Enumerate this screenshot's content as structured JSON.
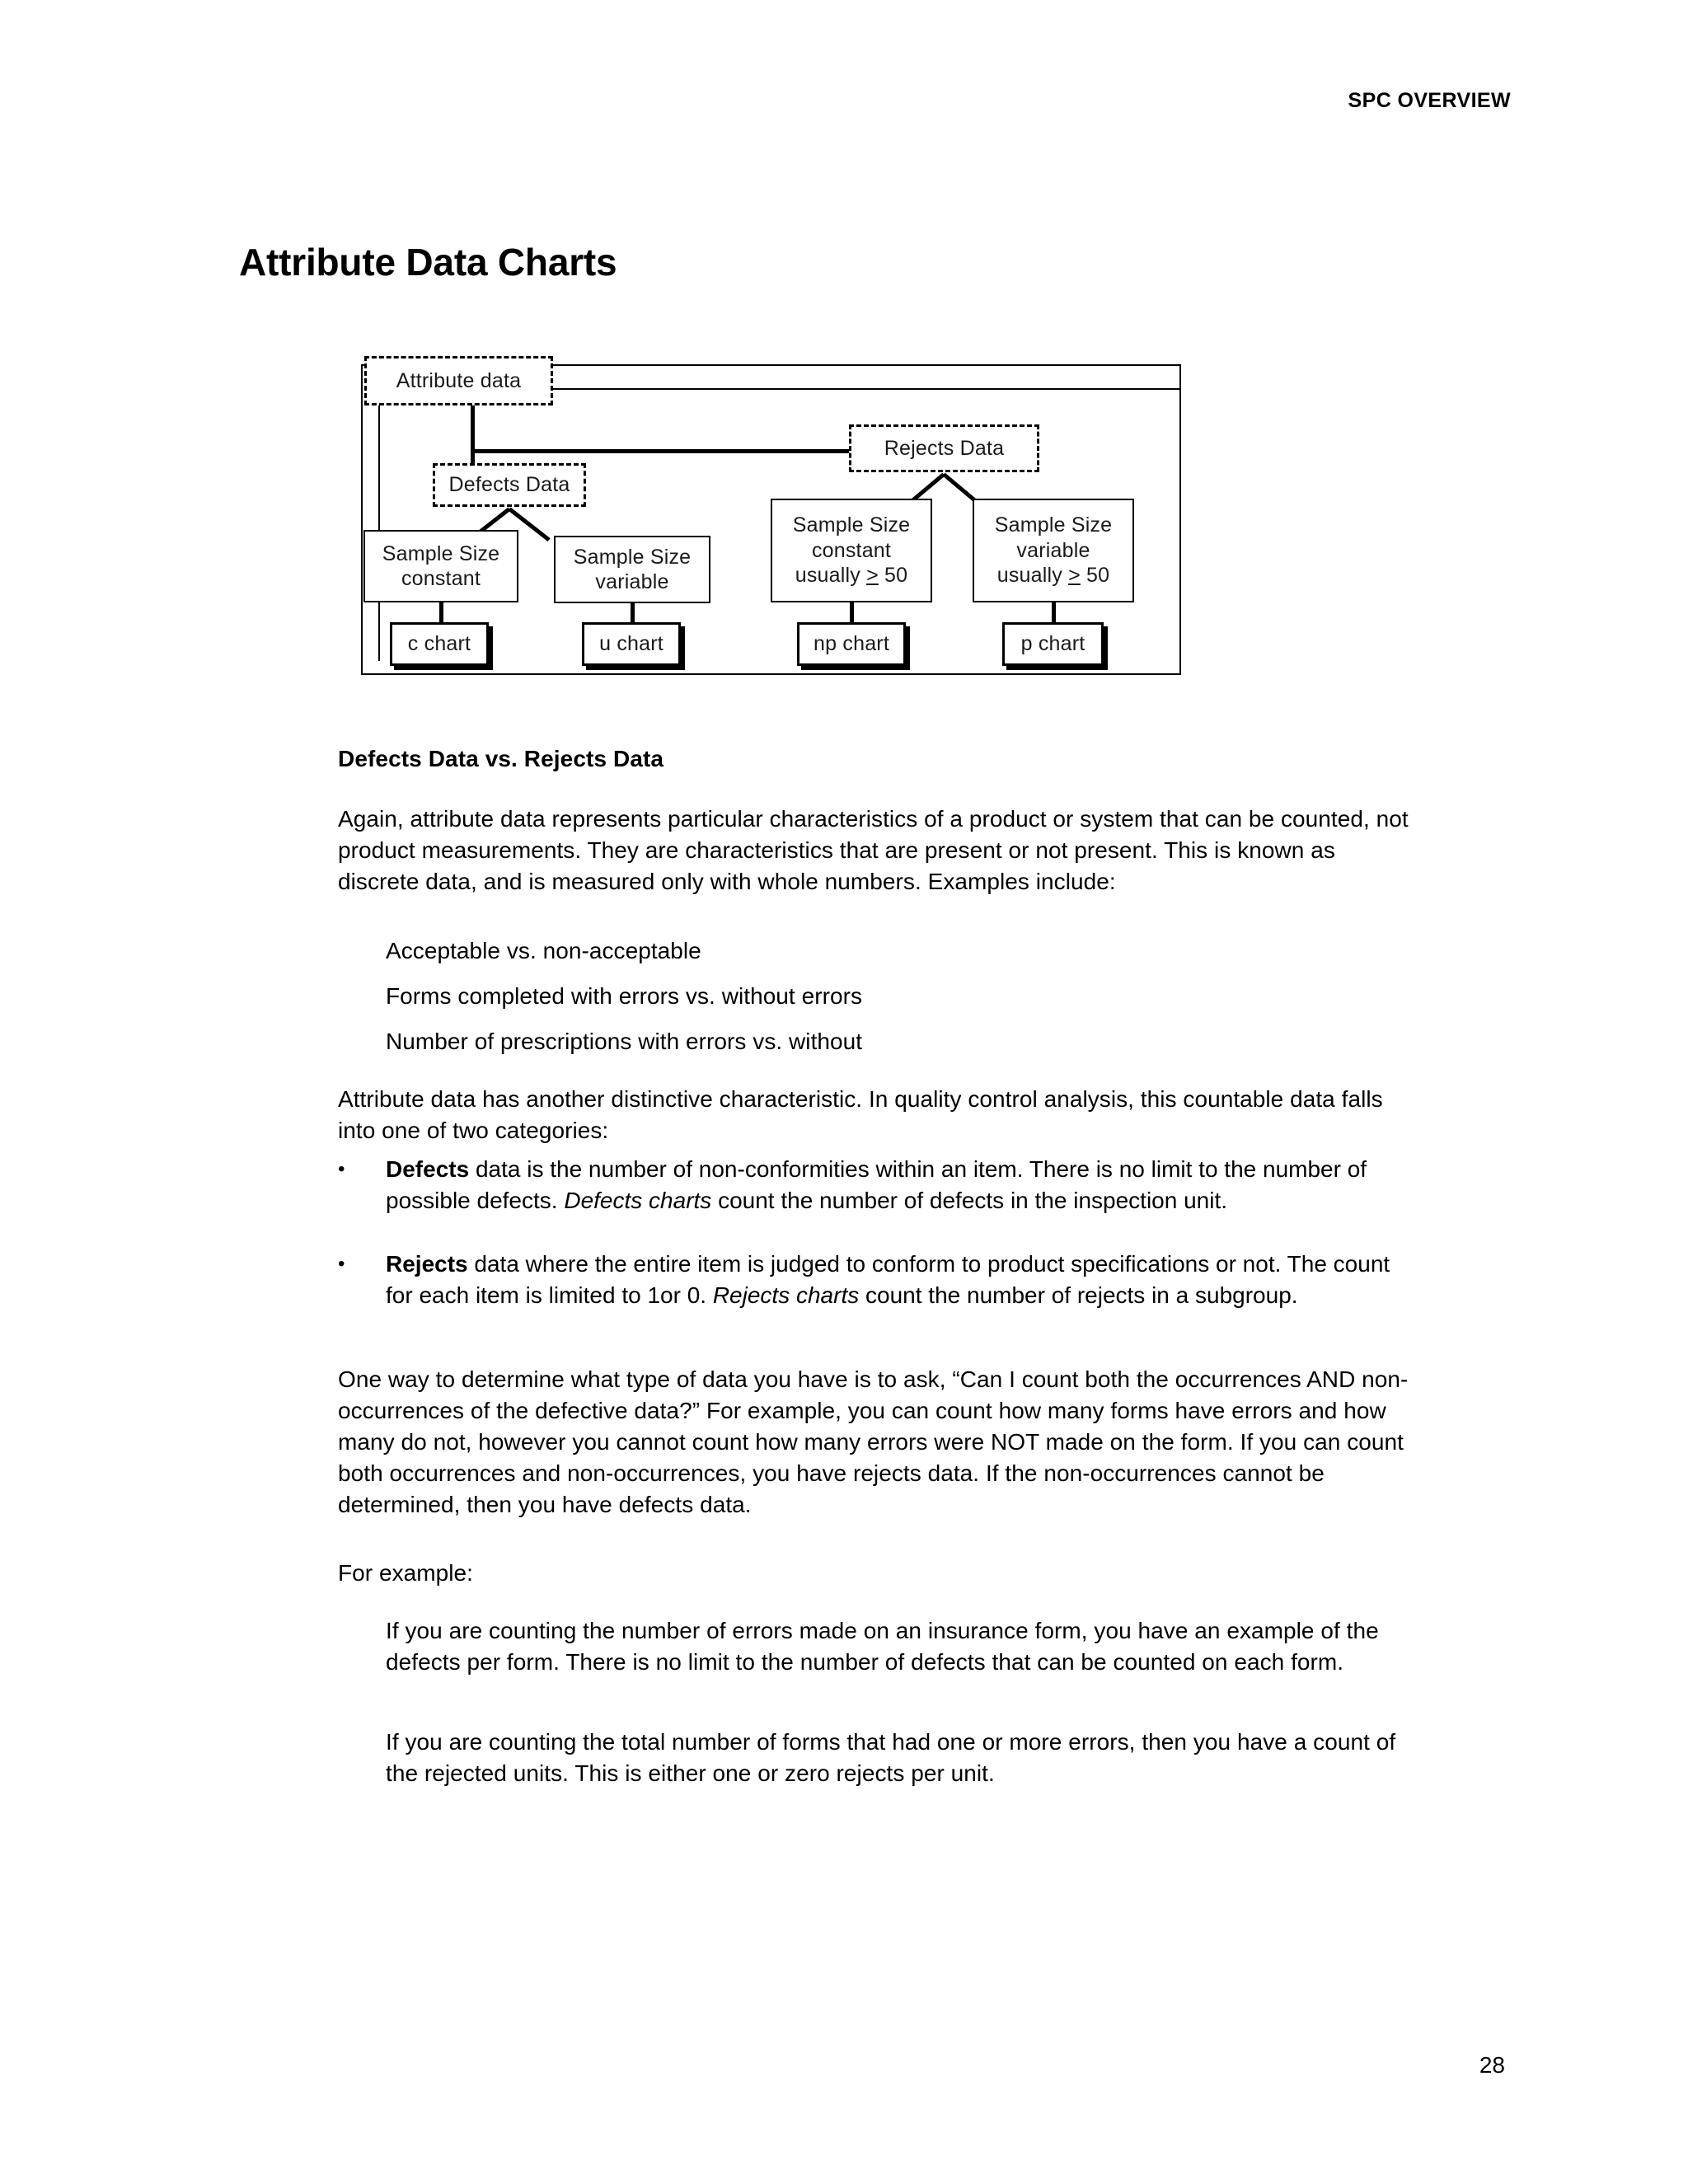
{
  "header": {
    "running_head": "SPC OVERVIEW",
    "page_number": "28"
  },
  "title": "Attribute Data Charts",
  "diagram": {
    "nodes": {
      "attribute_data": "Attribute data",
      "rejects_data": "Rejects Data",
      "defects_data": "Defects Data",
      "sample_const_defects_l1": "Sample Size",
      "sample_const_defects_l2": "constant",
      "sample_var_defects_l1": "Sample Size",
      "sample_var_defects_l2": "variable",
      "sample_const_rejects_l1": "Sample Size",
      "sample_const_rejects_l2": "constant",
      "sample_const_rejects_l3_pre": "usually ",
      "sample_const_rejects_l3_geq": ">",
      "sample_const_rejects_l3_post": " 50",
      "sample_var_rejects_l1": "Sample Size",
      "sample_var_rejects_l2": "variable",
      "sample_var_rejects_l3_pre": "usually ",
      "sample_var_rejects_l3_geq": ">",
      "sample_var_rejects_l3_post": " 50",
      "c_chart": "c chart",
      "u_chart": "u chart",
      "np_chart": "np chart",
      "p_chart": "p chart"
    }
  },
  "body": {
    "sub_head": "Defects Data vs. Rejects Data",
    "para_1": "Again, attribute data represents particular characteristics of a product or system that can be counted, not product measurements.  They are characteristics that are present or not present.  This is known as discrete data, and is measured only with whole numbers.  Examples include:",
    "example_1": "Acceptable vs. non-acceptable",
    "example_2": "Forms completed with errors vs. without errors",
    "example_3": "Number of prescriptions with errors vs. without",
    "para_2": "Attribute data has another distinctive characteristic.  In quality control analysis, this countable data falls into one of two categories:",
    "bullet_mark": "•",
    "bullet_1": {
      "lead": "Defects",
      "text_a": " data is the number of non-conformities within an item.  There is no limit to the number of possible defects.  ",
      "italic": "Defects charts",
      "text_b": " count the number of defects in the inspection unit."
    },
    "bullet_2": {
      "lead": "Rejects",
      "text_a": " data where the entire item is judged to conform to product specifications or not.  The count for each item is limited to 1or 0.  ",
      "italic": "Rejects charts",
      "text_b": " count the number of rejects in a subgroup."
    },
    "para_3": "One way to determine what type of data you have is to ask, “Can I count both the occurrences AND non-occurrences of the defective data?”  For example, you can count how many forms have errors and how many do not, however you cannot count how many errors were NOT made on the form.  If you can count both occurrences and non-occurrences, you have rejects data.  If the non-occurrences cannot be determined, then you have defects data.",
    "para_4": "For example:",
    "example_4": "If you are counting the number of errors made on an insurance form, you have an example of the defects per form.  There is no limit to the number of defects that can be counted on each form.",
    "example_5": "If you are counting the total number of forms that had one or more errors, then you have a count of the rejected units.  This is either one or zero rejects per unit."
  }
}
